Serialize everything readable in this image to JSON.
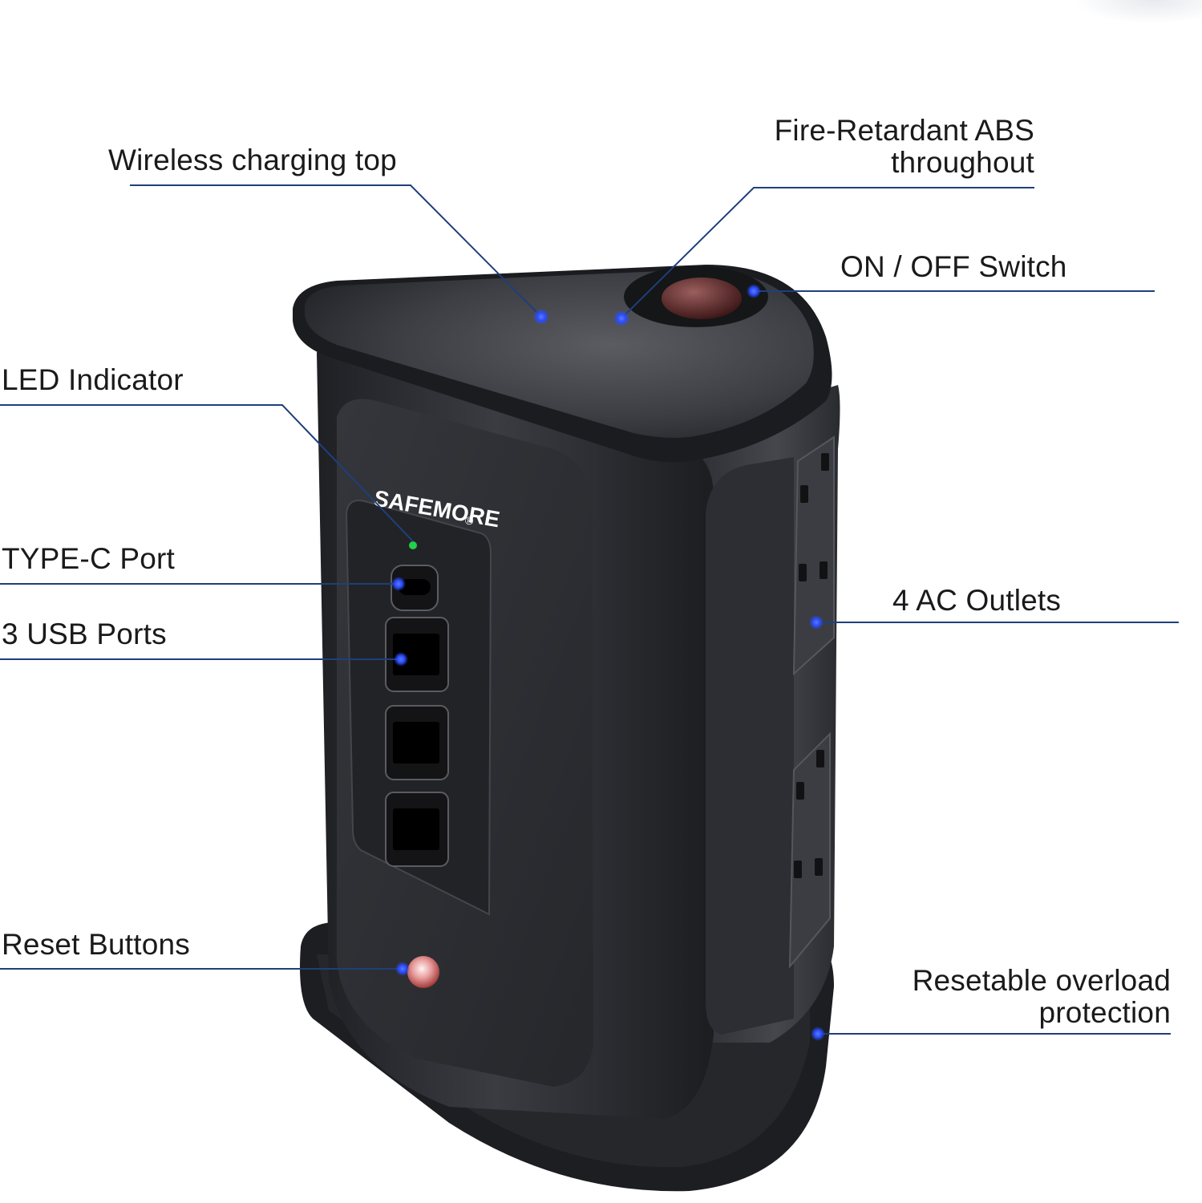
{
  "brand": {
    "name": "SAFEMORE",
    "mark": "®"
  },
  "callouts": {
    "wireless": {
      "text": "Wireless charging top"
    },
    "abs": {
      "line1": "Fire-Retardant ABS",
      "line2": "throughout"
    },
    "switch": {
      "text": "ON / OFF Switch"
    },
    "led": {
      "text": "LED Indicator"
    },
    "typec": {
      "text": "TYPE-C Port"
    },
    "usb": {
      "text": "3 USB Ports"
    },
    "ac": {
      "text": "4 AC Outlets"
    },
    "reset": {
      "text": "Reset Buttons"
    },
    "overload": {
      "line1": "Resetable overload",
      "line2": "protection"
    }
  },
  "colors": {
    "callout_line": "#1f3f7a",
    "callout_dot": "#2a4cff",
    "body": "#2b2d31",
    "led": "#22d04a",
    "switch": "#6a2a2a"
  },
  "icons": {
    "usb": "usb-a-port-icon",
    "typec": "usb-c-port-icon",
    "outlet": "uk-socket-icon"
  }
}
